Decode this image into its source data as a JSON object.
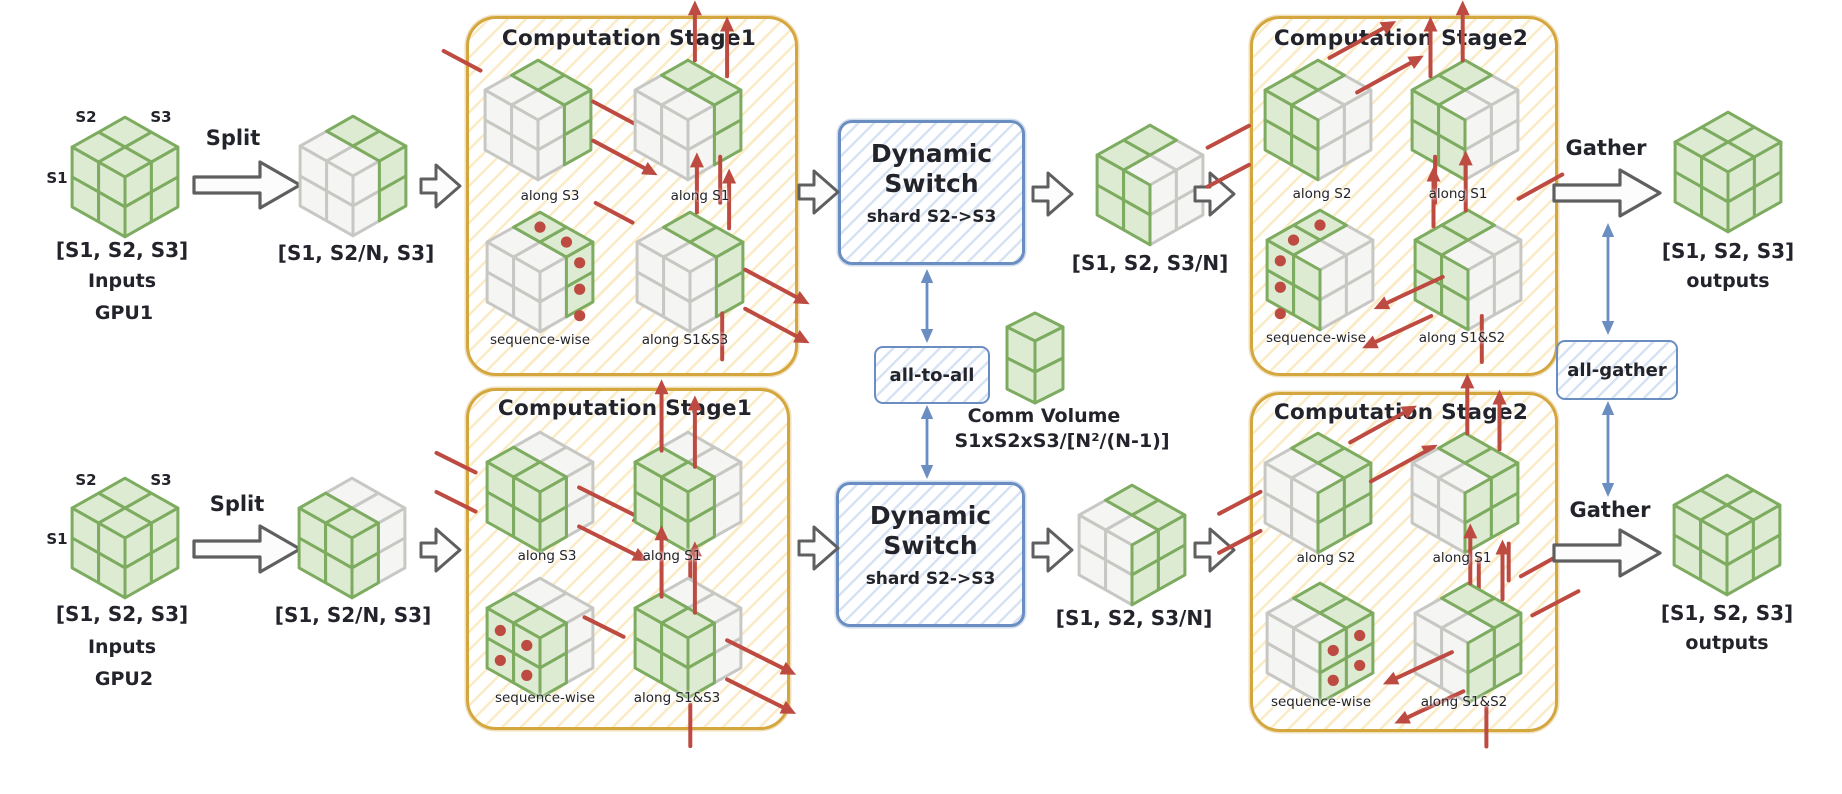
{
  "colors": {
    "green_fill": "#dcebd1",
    "green_stroke": "#7dab5f",
    "gray_fill": "#f5f5f3",
    "gray_stroke": "#c7c7c4",
    "gold": "#d4a63e",
    "blue": "#6a8dc2",
    "red": "#bd4b42",
    "arrow_gray": "#5f5f5f"
  },
  "gpu1": {
    "axis_s1": "S1",
    "axis_s2": "S2",
    "axis_s3": "S3",
    "input_dims": "[S1, S2, S3]",
    "input_caption": "Inputs",
    "input_gpu": "GPU1",
    "split_label": "Split",
    "split_dims": "[S1, S2/N, S3]",
    "stage1_title": "Computation Stage1",
    "stage1_labels": [
      "along S3",
      "along S1",
      "sequence-wise",
      "along S1&S3"
    ],
    "switch_line1": "Dynamic",
    "switch_line2": "Switch",
    "switch_sub": "shard S2->S3",
    "mid_dims": "[S1, S2, S3/N]",
    "stage2_title": "Computation Stage2",
    "stage2_labels": [
      "along S2",
      "along S1",
      "sequence-wise",
      "along S1&S2"
    ],
    "gather_label": "Gather",
    "output_dims": "[S1, S2, S3]",
    "output_caption": "outputs"
  },
  "gpu2": {
    "axis_s1": "S1",
    "axis_s2": "S2",
    "axis_s3": "S3",
    "input_dims": "[S1, S2, S3]",
    "input_caption": "Inputs",
    "input_gpu": "GPU2",
    "split_label": "Split",
    "split_dims": "[S1, S2/N, S3]",
    "stage1_title": "Computation Stage1",
    "stage1_labels": [
      "along S3",
      "along S1",
      "sequence-wise",
      "along S1&S3"
    ],
    "switch_line1": "Dynamic",
    "switch_line2": "Switch",
    "switch_sub": "shard S2->S3",
    "mid_dims": "[S1, S2, S3/N]",
    "stage2_title": "Computation Stage2",
    "stage2_labels": [
      "along S2",
      "along S1",
      "sequence-wise",
      "along S1&S2"
    ],
    "gather_label": "Gather",
    "output_dims": "[S1, S2, S3]",
    "output_caption": "outputs"
  },
  "comm": {
    "all_to_all": "all-to-all",
    "all_gather": "all-gather",
    "volume_caption": "Comm Volume",
    "volume_formula": "S1xS2xS3/[N²/(N-1)]"
  },
  "cubes": {
    "gpu1_input": "full",
    "gpu1_split": "s2back",
    "gpu1_stage1": [
      "s2back:s3",
      "s2back:s1",
      "s2back:seq",
      "s2back:s1s3"
    ],
    "gpu1_mid": "s3left",
    "gpu1_stage2": [
      "s3left:s2",
      "s3left:s1",
      "s3left:seq",
      "s3left:s1s2"
    ],
    "gpu1_output": "full",
    "gpu2_input": "full",
    "gpu2_split": "s2front",
    "gpu2_stage1": [
      "s2front:s3",
      "s2front:s1",
      "s2front:seq",
      "s2front:s1s3"
    ],
    "gpu2_mid": "s3right",
    "gpu2_stage2": [
      "s3right:s2",
      "s3right:s1",
      "s3right:seq",
      "s3right:s1s2"
    ],
    "gpu2_output": "full",
    "comm_volume": "column"
  }
}
